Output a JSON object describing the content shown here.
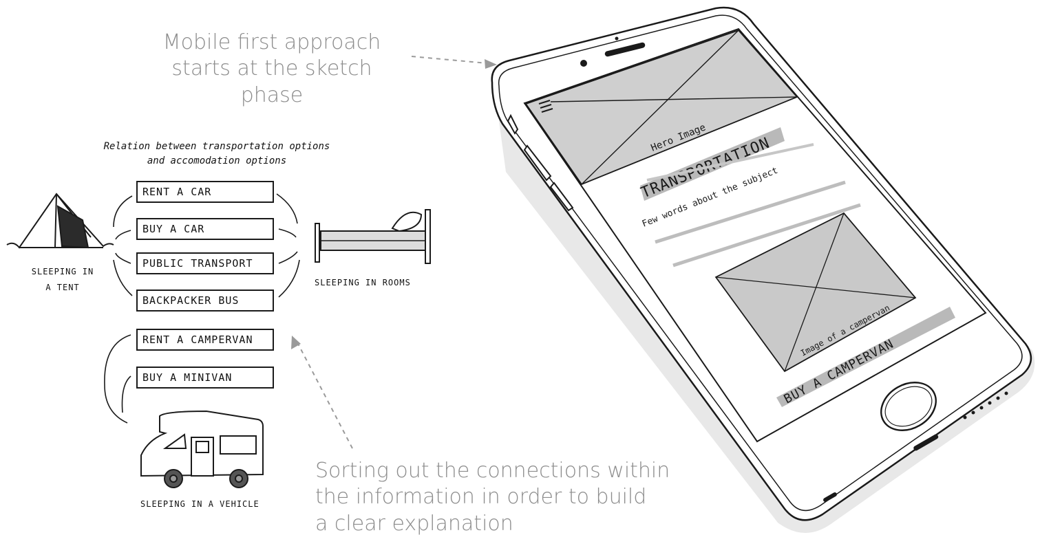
{
  "captions": {
    "mobile_first_line1": "Mobile first approach",
    "mobile_first_line2": "starts at the sketch phase",
    "sorting_line1": "Sorting out the connections within",
    "sorting_line2": "the information in order to build",
    "sorting_line3": "a clear explanation"
  },
  "sketch": {
    "relation_line1": "Relation between transportation options",
    "relation_line2": "and accomodation options",
    "options": [
      "RENT A CAR",
      "BUY A CAR",
      "PUBLIC TRANSPORT",
      "BACKPACKER BUS",
      "RENT A CAMPERVAN",
      "BUY A MINIVAN"
    ],
    "tent_label_line1": "SLEEPING IN",
    "tent_label_line2": "A TENT",
    "rooms_label": "SLEEPING IN ROOMS",
    "vehicle_label": "SLEEPING IN A VEHICLE"
  },
  "phone": {
    "hero_label": "Hero Image",
    "title": "TRANSPORTATION",
    "subtitle": "Few words about the subject",
    "image_label": "Image of a campervan",
    "cta": "BUY A CAMPERVAN"
  },
  "colors": {
    "caption": "#8c8c8c",
    "ink": "#1a1a1a",
    "marker_gray": "#a9a9a9"
  }
}
